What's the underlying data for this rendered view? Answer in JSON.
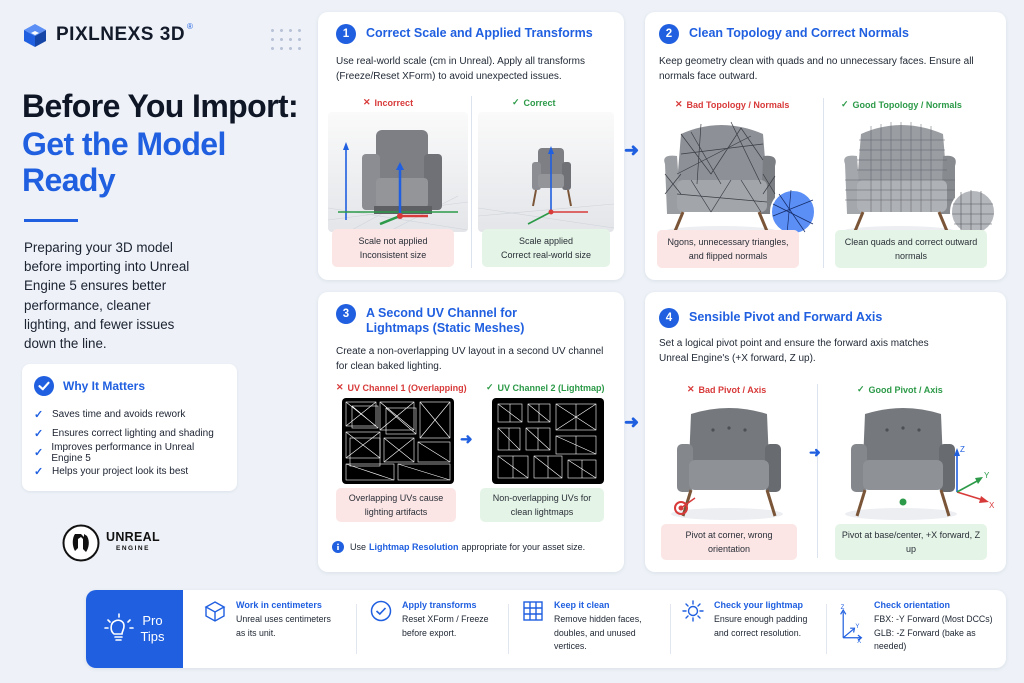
{
  "brand": {
    "name": "PIXLNEXS 3D",
    "mark": "®"
  },
  "headline": {
    "line1": "Before You Import:",
    "line2": "Get the Model Ready"
  },
  "intro": "Preparing your 3D model before importing into Unreal Engine 5 ensures better performance, cleaner lighting, and fewer issues down the line.",
  "why": {
    "title": "Why It Matters",
    "items": [
      "Saves time and avoids rework",
      "Ensures correct lighting and shading",
      "Improves performance in Unreal Engine 5",
      "Helps your project look its best"
    ]
  },
  "ue_logo": {
    "line1": "UNREAL",
    "line2": "ENGINE"
  },
  "panels": [
    {
      "num": "1",
      "title": "Correct Scale and Applied Transforms",
      "desc": "Use real-world scale (cm in Unreal). Apply all transforms (Freeze/Reset XForm) to avoid unexpected issues.",
      "bad_label": "Incorrect",
      "good_label": "Correct",
      "bad_caption": "Scale not applied\nInconsistent size",
      "good_caption": "Scale applied\nCorrect real-world size"
    },
    {
      "num": "2",
      "title": "Clean Topology and Correct Normals",
      "desc": "Keep geometry clean with quads and no unnecessary faces. Ensure all normals face outward.",
      "bad_label": "Bad Topology / Normals",
      "good_label": "Good Topology / Normals",
      "bad_caption": "Ngons, unnecessary triangles, and flipped normals",
      "good_caption": "Clean quads and correct outward normals"
    },
    {
      "num": "3",
      "title": "A Second UV Channel for Lightmaps (Static Meshes)",
      "desc": "Create a non-overlapping UV layout in a second UV channel for clean baked lighting.",
      "bad_label": "UV Channel 1 (Overlapping)",
      "good_label": "UV Channel 2 (Lightmap)",
      "bad_caption": "Overlapping UVs cause lighting artifacts",
      "good_caption": "Non-overlapping UVs for clean lightmaps",
      "note_prefix": "Use",
      "note_link": "Lightmap Resolution",
      "note_suffix": "appropriate for your asset size."
    },
    {
      "num": "4",
      "title": "Sensible Pivot and Forward Axis",
      "desc": "Set a logical pivot point and ensure the forward axis matches Unreal Engine's (+X forward, Z up).",
      "bad_label": "Bad Pivot / Axis",
      "good_label": "Good Pivot / Axis",
      "bad_caption": "Pivot at corner, wrong orientation",
      "good_caption": "Pivot at base/center, +X forward, Z up",
      "axes": {
        "x": "X",
        "y": "Y",
        "z": "Z"
      }
    }
  ],
  "tips": {
    "label_line1": "Pro",
    "label_line2": "Tips",
    "items": [
      {
        "icon": "cube-icon",
        "title": "Work in centimeters",
        "body": "Unreal uses centimeters as its unit."
      },
      {
        "icon": "check-circle-icon",
        "title": "Apply transforms",
        "body": "Reset XForm / Freeze before export."
      },
      {
        "icon": "grid-icon",
        "title": "Keep it clean",
        "body": "Remove hidden faces, doubles, and unused vertices."
      },
      {
        "icon": "sun-icon",
        "title": "Check your lightmap",
        "body": "Ensure enough padding and correct resolution."
      },
      {
        "icon": "axis-icon",
        "title": "Check orientation",
        "body": "FBX: -Y Forward (Most DCCs)\nGLB: -Z Forward (bake as needed)",
        "axes": {
          "x": "X",
          "y": "Y",
          "z": "Z"
        }
      }
    ]
  },
  "colors": {
    "accent": "#1f5fe0",
    "bad": "#d83a3a",
    "good": "#2c9a48",
    "bad_bg": "#fbe5e5",
    "good_bg": "#e4f4e6"
  }
}
